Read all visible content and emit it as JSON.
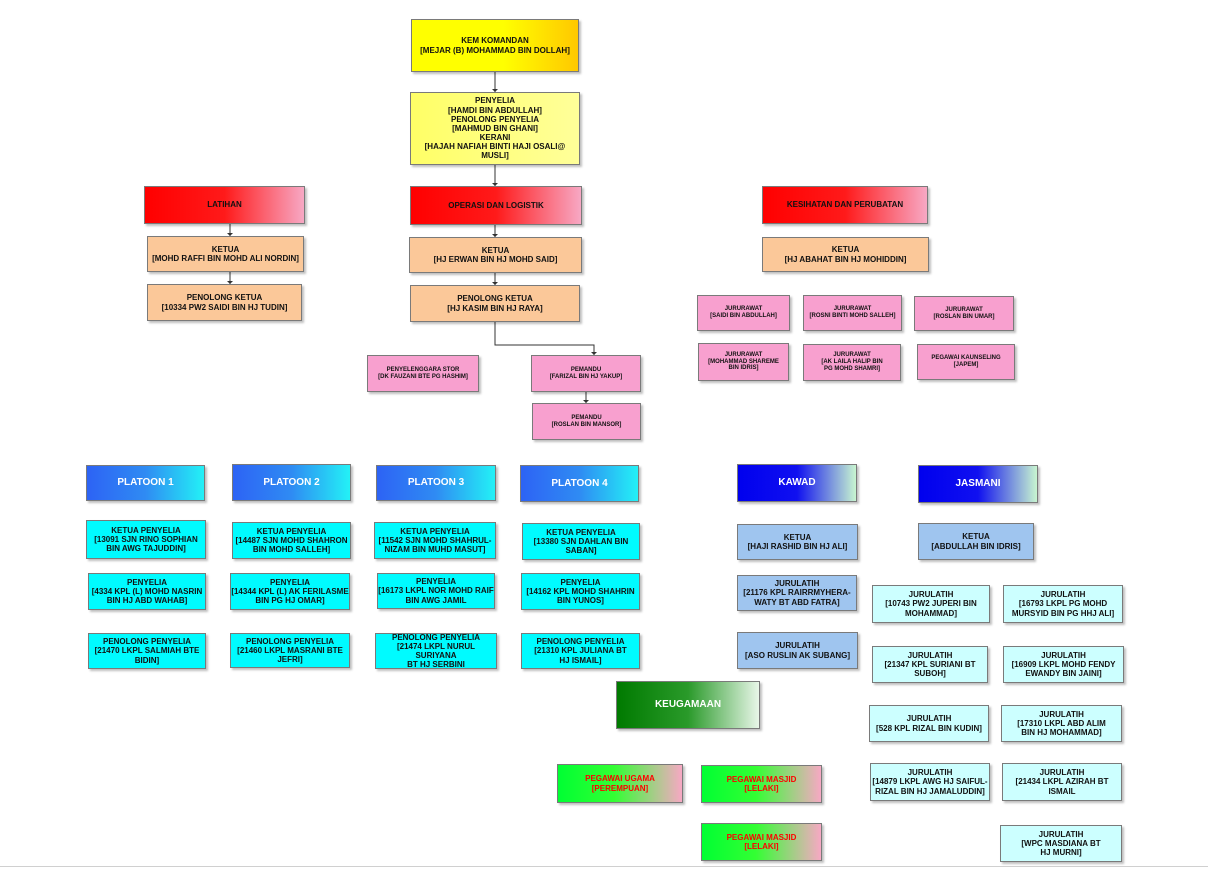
{
  "top": {
    "commandant": "KEM KOMANDAN\n[MEJAR (B) MOHAMMAD BIN DOLLAH]",
    "admin": "PENYELIA\n[HAMDI BIN ABDULLAH]\nPENOLONG PENYELIA\n[MAHMUD BIN GHANI]\nKERANI\n[HAJAH NAFIAH BINTI HAJI OSALI@\nMUSLI]"
  },
  "latihan": {
    "header": "LATIHAN",
    "ketua": "KETUA\n[MOHD RAFFI BIN MOHD ALI NORDIN]",
    "penolong": "PENOLONG KETUA\n[10334 PW2 SAIDI BIN HJ TUDIN]"
  },
  "operasi": {
    "header": "OPERASI DAN LOGISTIK",
    "ketua": "KETUA\n[HJ ERWAN BIN HJ MOHD SAID]",
    "penolong": "PENOLONG KETUA\n[HJ KASIM BIN HJ RAYA]",
    "stor": "PENYELENGGARA STOR\n[DK FAUZANI BTE PG HASHIM]",
    "pemandu1": "PEMANDU\n[FARIZAL BIN HJ YAKUP]",
    "pemandu2": "PEMANDU\n[ROSLAN BIN MANSOR]"
  },
  "kesihatan": {
    "header": "KESIHATAN DAN PERUBATAN",
    "ketua": "KETUA\n[HJ ABAHAT BIN HJ MOHIDDIN]",
    "staff": [
      "JURURAWAT\n[SAIDI BIN ABDULLAH]",
      "JURURAWAT\n[ROSNI BINTI MOHD SALLEH]",
      "JURURAWAT\n[ROSLAN BIN UMAR]",
      "JURURAWAT\n[MOHAMMAD SHAREME\nBIN IDRIS]",
      "JURURAWAT\n[AK LAILA HALIP BIN\nPG MOHD SHAMRI]",
      "PEGAWAI KAUNSELING\n[JAPEM]"
    ]
  },
  "platoons": [
    {
      "header": "PLATOON 1",
      "ketua": "KETUA PENYELIA\n[13091 SJN RINO SOPHIAN\nBIN AWG TAJUDDIN]",
      "penyelia": "PENYELIA\n[4334 KPL (L) MOHD NASRIN\nBIN HJ ABD WAHAB]",
      "penolong": "PENOLONG PENYELIA\n[21470 LKPL SALMIAH BTE\nBIDIN]"
    },
    {
      "header": "PLATOON 2",
      "ketua": "KETUA PENYELIA\n[14487 SJN MOHD SHAHRON\nBIN MOHD SALLEH]",
      "penyelia": "PENYELIA\n[14344 KPL (L) AK FERILASME\nBIN PG HJ OMAR]",
      "penolong": "PENOLONG PENYELIA\n[21460 LKPL MASRANI BTE\nJEFRI]"
    },
    {
      "header": "PLATOON 3",
      "ketua": "KETUA PENYELIA\n[11542 SJN MOHD SHAHRUL-\nNIZAM BIN MUHD MASUT]",
      "penyelia": "PENYELIA\n[16173 LKPL NOR MOHD RAIF\nBIN AWG JAMIL",
      "penolong": "PENOLONG PENYELIA\n[21474 LKPL NURUL SURIYANA\nBT HJ SERBINI"
    },
    {
      "header": "PLATOON 4",
      "ketua": "KETUA PENYELIA\n[13380 SJN DAHLAN BIN\nSABAN]",
      "penyelia": "PENYELIA\n[14162 KPL MOHD SHAHRIN\nBIN YUNOS]",
      "penolong": "PENOLONG PENYELIA\n[21310 KPL JULIANA BT\nHJ ISMAIL]"
    }
  ],
  "kawad": {
    "header": "KAWAD",
    "ketua": "KETUA\n[HAJI RASHID BIN HJ ALI]",
    "jurulatih": [
      "JURULATIH\n[21176 KPL RAIRRMYHERA-\nWATY BT ABD FATRA]",
      "JURULATIH\n[ASO RUSLIN AK SUBANG]"
    ]
  },
  "jasmani": {
    "header": "JASMANI",
    "ketua": "KETUA\n[ABDULLAH BIN IDRIS]",
    "jurulatih": [
      "JURULATIH\n[10743 PW2 JUPERI BIN\nMOHAMMAD]",
      "JURULATIH\n[16793 LKPL PG MOHD\nMURSYID BIN PG HHJ ALI]",
      "JURULATIH\n[21347 KPL SURIANI BT\nSUBOH]",
      "JURULATIH\n[16909 LKPL MOHD FENDY\nEWANDY BIN JAINI]",
      "JURULATIH\n[528 KPL RIZAL BIN KUDIN]",
      "JURULATIH\n[17310 LKPL ABD ALIM\nBIN HJ MOHAMMAD]",
      "JURULATIH\n[14879 LKPL AWG HJ SAIFUL-\nRIZAL BIN HJ JAMALUDDIN]",
      "JURULATIH\n[21434 LKPL AZIRAH BT\nISMAIL",
      "JURULATIH\n[WPC MASDIANA BT\nHJ MURNI]"
    ]
  },
  "keugamaan": {
    "header": "KEUGAMAAN",
    "staff": [
      "PEGAWAI UGAMA\n[PEREMPUAN]",
      "PEGAWAI MASJID\n[LELAKI]",
      "PEGAWAI MASJID\n[LELAKI]"
    ]
  }
}
